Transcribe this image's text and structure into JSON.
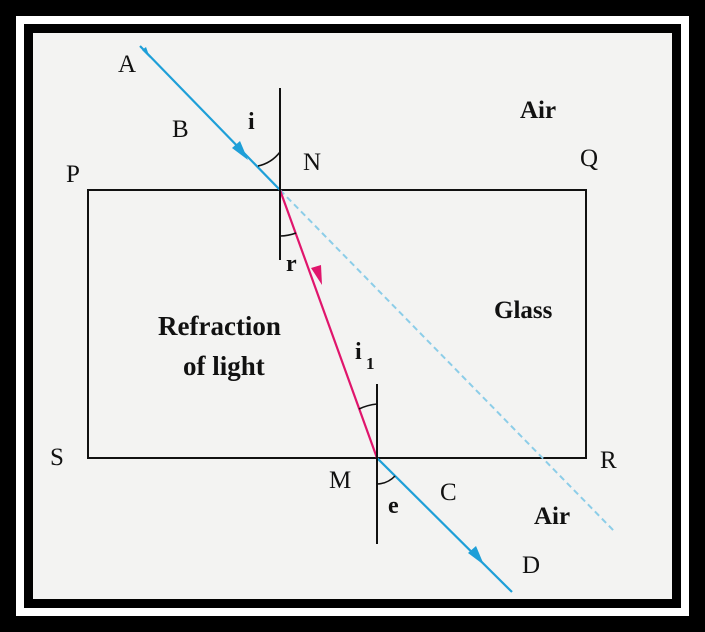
{
  "labels": {
    "A": "A",
    "B": "B",
    "C": "C",
    "D": "D",
    "P": "P",
    "Q": "Q",
    "R": "R",
    "S": "S",
    "N": "N",
    "M": "M",
    "i": "i",
    "r": "r",
    "i1_base": "i",
    "i1_sub": "1",
    "e": "e",
    "air_top": "Air",
    "air_bottom": "Air",
    "glass": "Glass",
    "caption_line1": "Refraction",
    "caption_line2": "of light"
  },
  "colors": {
    "incident_ray": "#1e9fd8",
    "refracted_ray": "#e0156c",
    "extension_dashed": "#8ccde8",
    "block_border": "#111111",
    "background": "#f3f3f2",
    "frame": "#000000"
  }
}
